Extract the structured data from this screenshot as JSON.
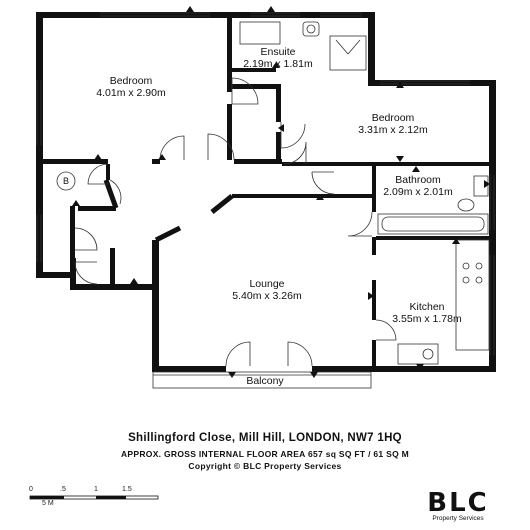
{
  "rooms": {
    "bedroom1": {
      "name": "Bedroom",
      "dims": "4.01m x 2.90m"
    },
    "ensuite": {
      "name": "Ensuite",
      "dims": "2.19m x 1.81m"
    },
    "bedroom2": {
      "name": "Bedroom",
      "dims": "3.31m x 2.12m"
    },
    "bathroom": {
      "name": "Bathroom",
      "dims": "2.09m x 2.01m"
    },
    "lounge": {
      "name": "Lounge",
      "dims": "5.40m x 3.26m"
    },
    "kitchen": {
      "name": "Kitchen",
      "dims": "3.55m x 1.78m"
    },
    "balcony": {
      "name": "Balcony"
    },
    "boiler": {
      "symbol": "B"
    }
  },
  "footer": {
    "address": "Shillingford Close, Mill Hill, LONDON, NW7 1HQ",
    "area": "APPROX. GROSS INTERNAL FLOOR AREA 657 sq SQ FT / 61 SQ M",
    "copyright": "Copyright © BLC Property Services"
  },
  "scale": {
    "ticks": [
      "0",
      ".5",
      "1",
      "1.5"
    ],
    "unit": "5 M"
  },
  "logo": {
    "mark": "BLC",
    "tagline": "Property Services"
  },
  "colors": {
    "wall": "#111111",
    "line": "#333333"
  }
}
